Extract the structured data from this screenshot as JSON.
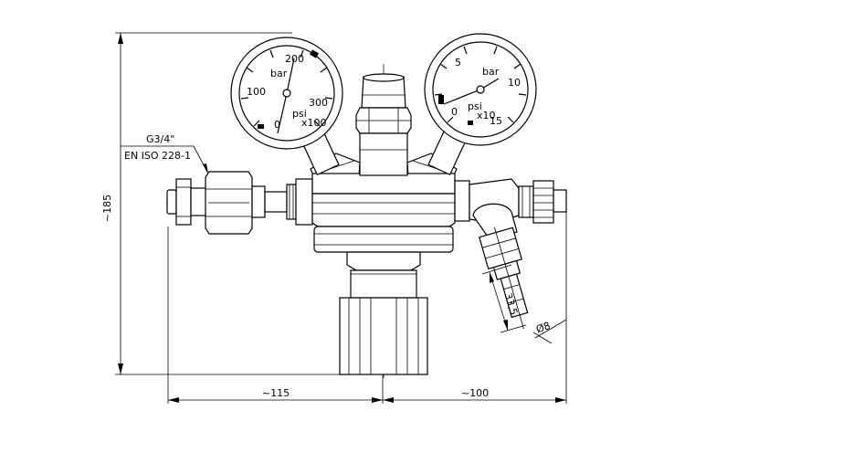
{
  "dimensions": {
    "height": "~185",
    "left_width": "~115",
    "right_width": "~100",
    "outlet_length": "33,5",
    "outlet_diameter": "Ø8"
  },
  "inlet_label": {
    "thread": "G3/4\"",
    "standard": "EN ISO 228-1"
  },
  "gauges": {
    "left": {
      "ticks": [
        "0",
        "100",
        "200",
        "300"
      ],
      "unit_top": "bar",
      "unit_bottom": "psi",
      "extra": "x100"
    },
    "right": {
      "ticks": [
        "0",
        "5",
        "10",
        "15"
      ],
      "unit_top": "bar",
      "unit_bottom": "psi",
      "extra": "x10"
    }
  }
}
